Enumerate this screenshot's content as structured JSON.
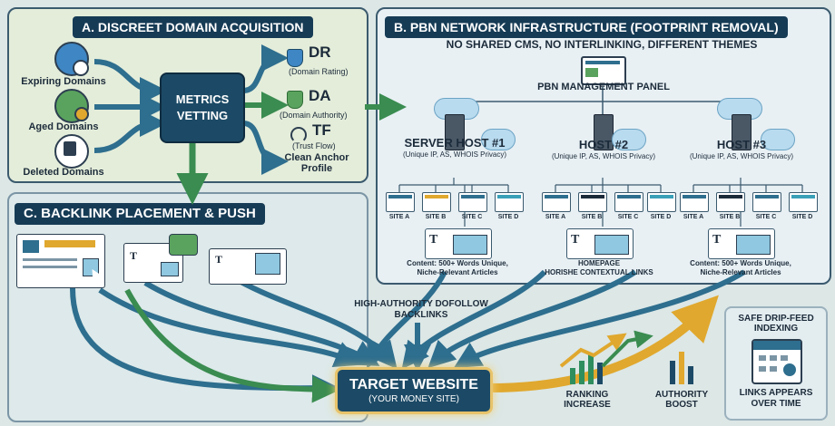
{
  "panel_a": {
    "title": "A. DISCREET DOMAIN ACQUISITION",
    "sources": [
      "Expiring Domains",
      "Aged Domains",
      "Deleted Domains"
    ],
    "vetting": [
      "METRICS",
      "VETTING"
    ],
    "metrics": [
      {
        "big": "DR",
        "small": "(Domain Rating)"
      },
      {
        "big": "DA",
        "small": "(Domain Authority)"
      },
      {
        "big": "TF",
        "small": "(Trust Flow)"
      }
    ],
    "anchor": [
      "Clean Anchor",
      "Profile"
    ]
  },
  "panel_b": {
    "title": "B. PBN NETWORK INFRASTRUCTURE (FOOTPRINT REMOVAL)",
    "subtitle": "NO SHARED CMS, NO INTERLINKING, DIFFERENT THEMES",
    "management": "PBN MANAGEMENT PANEL",
    "hosts": [
      {
        "name": "SERVER HOST #1",
        "sub": "(Unique IP, AS, WHOIS Privacy)",
        "content": [
          "Content: 500+ Words Unique,",
          "Niche-Relevant Articles"
        ]
      },
      {
        "name": "HOST #2",
        "sub": "(Unique IP, AS, WHOIS Privacy)",
        "content": [
          "HOMEPAGE",
          "HORISHE CONTEXTUAL LINKS"
        ]
      },
      {
        "name": "HOST #3",
        "sub": "(Unique IP, AS, WHOIS Privacy)",
        "content": [
          "Content: 500+ Words Unique,",
          "Niche-Relevant Articles"
        ]
      }
    ],
    "sites": [
      "SITE A",
      "SITE B",
      "SITE C",
      "SITE D"
    ]
  },
  "panel_c": {
    "title": "C. BACKLINK PLACEMENT & PUSH"
  },
  "flow": {
    "dofollow": [
      "HIGH-AUTHORITY DOFOLLOW",
      "BACKLINKS"
    ],
    "target_title": "TARGET WEBSITE",
    "target_sub": "(YOUR MONEY SITE)",
    "ranking": [
      "RANKING",
      "INCREASE"
    ],
    "authority": [
      "AUTHORITY",
      "BOOST"
    ]
  },
  "drip": {
    "title": [
      "SAFE DRIP-FEED",
      "INDEXING"
    ],
    "caption": [
      "LINKS APPEARS",
      "OVER TIME"
    ]
  },
  "colors": {
    "navy": "#163b55",
    "arrow_blue": "#2e6e8e",
    "arrow_green": "#3a8c50",
    "gold": "#e0a82e"
  }
}
